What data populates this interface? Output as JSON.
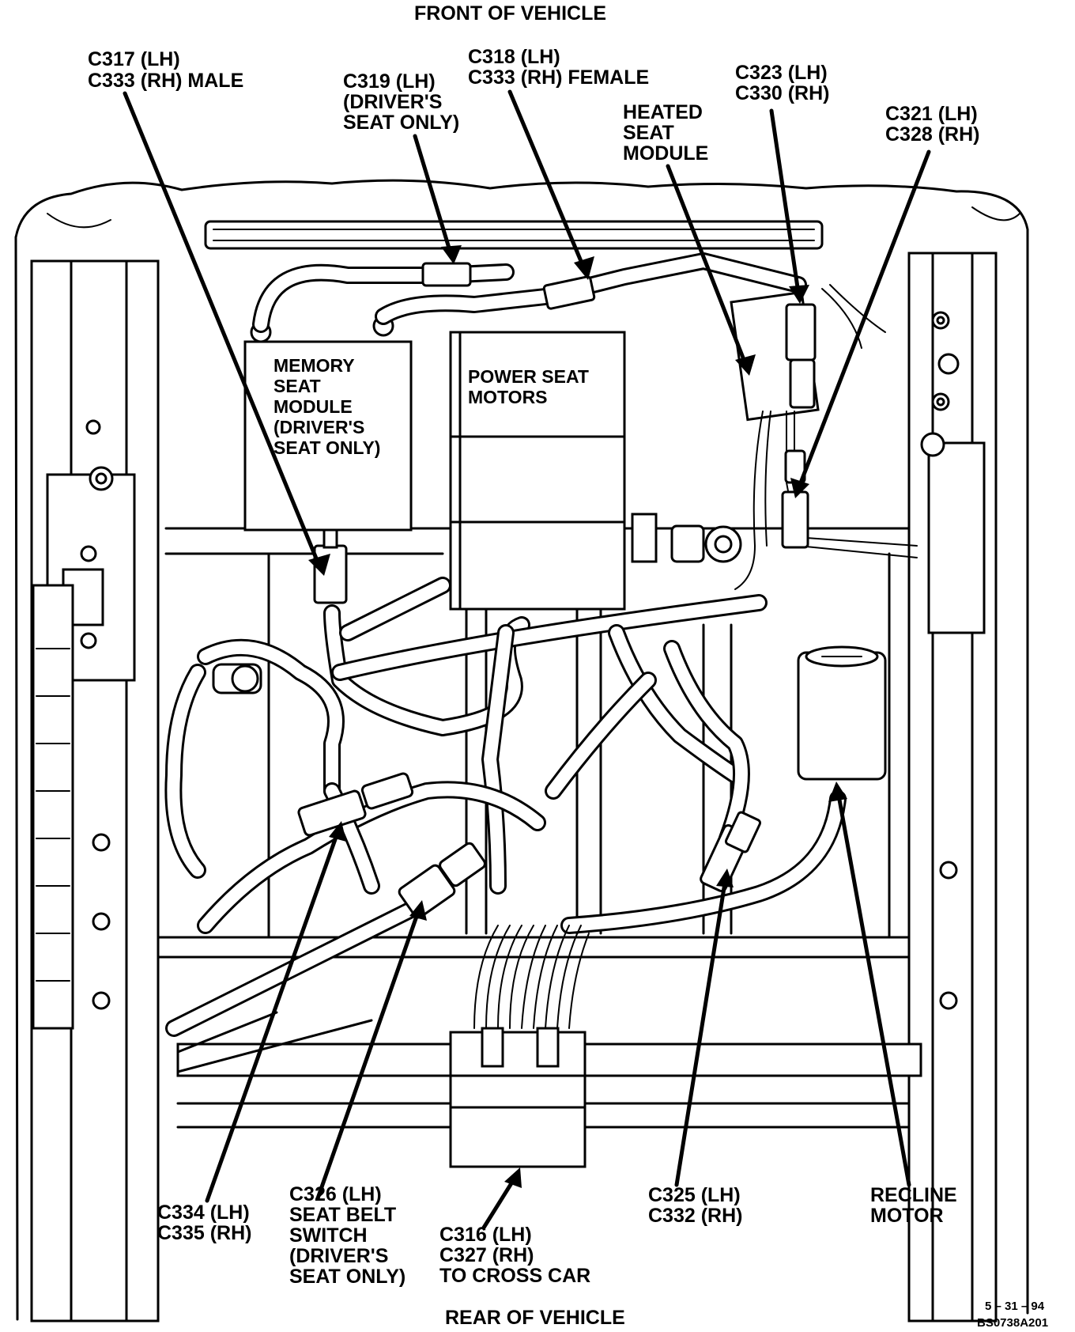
{
  "orientation": {
    "top": "FRONT OF VEHICLE",
    "bottom": "REAR OF VEHICLE"
  },
  "callouts": {
    "c317": [
      "C317 (LH)",
      "C333 (RH) MALE"
    ],
    "c319": [
      "C319 (LH)",
      "(DRIVER'S",
      "SEAT ONLY)"
    ],
    "c318": [
      "C318 (LH)",
      "C333 (RH) FEMALE"
    ],
    "heated": [
      "HEATED",
      "SEAT",
      "MODULE"
    ],
    "c323": [
      "C323 (LH)",
      "C330 (RH)"
    ],
    "c321": [
      "C321 (LH)",
      "C328 (RH)"
    ],
    "c334": [
      "C334 (LH)",
      "C335 (RH)"
    ],
    "c326": [
      "C326 (LH)",
      "SEAT BELT",
      "SWITCH",
      "(DRIVER'S",
      "SEAT ONLY)"
    ],
    "c316": [
      "C316 (LH)",
      "C327 (RH)",
      "TO CROSS CAR"
    ],
    "c325": [
      "C325 (LH)",
      "C332 (RH)"
    ],
    "recline": [
      "RECLINE",
      "MOTOR"
    ]
  },
  "components": {
    "memory_module": [
      "MEMORY",
      "SEAT",
      "MODULE",
      "(DRIVER'S",
      "SEAT ONLY)"
    ],
    "power_motors": [
      "POWER SEAT",
      "MOTORS"
    ]
  },
  "footer": {
    "date": "5 – 31 – 94",
    "code": "BS0738A201"
  }
}
